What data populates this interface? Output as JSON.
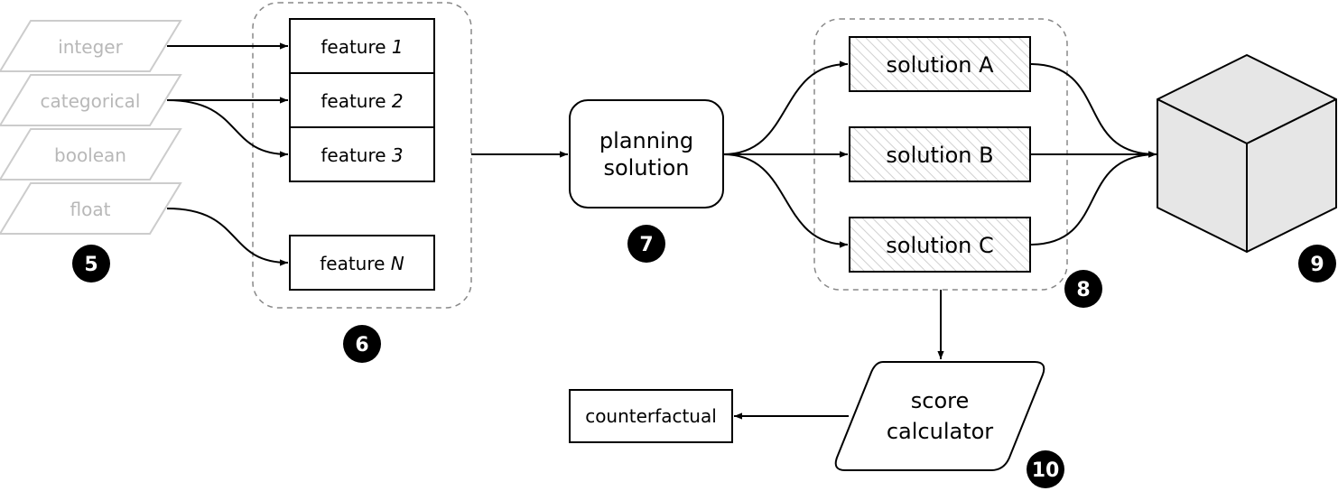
{
  "inputs": {
    "integer": "integer",
    "categorical": "categorical",
    "boolean": "boolean",
    "float": "float"
  },
  "features": {
    "f1": {
      "text": "feature ",
      "num": "1"
    },
    "f2": {
      "text": "feature ",
      "num": "2"
    },
    "f3": {
      "text": "feature ",
      "num": "3"
    },
    "fn": {
      "text": "feature ",
      "num": "N"
    }
  },
  "planning": {
    "line1": "planning",
    "line2": "solution"
  },
  "solutions": {
    "a": "solution A",
    "b": "solution B",
    "c": "solution C"
  },
  "score": {
    "line1": "score",
    "line2": "calculator"
  },
  "counterfactual": "counterfactual",
  "badges": {
    "b5": "5",
    "b6": "6",
    "b7": "7",
    "b8": "8",
    "b9": "9",
    "b10": "10"
  },
  "colors": {
    "input_stroke": "#cccccc",
    "input_text": "#b8b8b8",
    "group_dash": "#888888",
    "cube_face": "#e6e6e6",
    "badge_fill": "#000000"
  },
  "icons": {
    "model": "cube-icon"
  }
}
